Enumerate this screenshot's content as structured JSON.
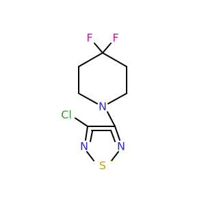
{
  "molecule": {
    "atoms": {
      "f1": {
        "label": "F",
        "color": "#c2189b"
      },
      "f2": {
        "label": "F",
        "color": "#c2189b"
      },
      "n_pip": {
        "label": "N",
        "color": "#2828d8"
      },
      "cl": {
        "label": "Cl",
        "color": "#2ca02c"
      },
      "n_left": {
        "label": "N",
        "color": "#2828d8"
      },
      "n_right": {
        "label": "N",
        "color": "#2828d8"
      },
      "s": {
        "label": "S",
        "color": "#c9a400"
      }
    }
  }
}
